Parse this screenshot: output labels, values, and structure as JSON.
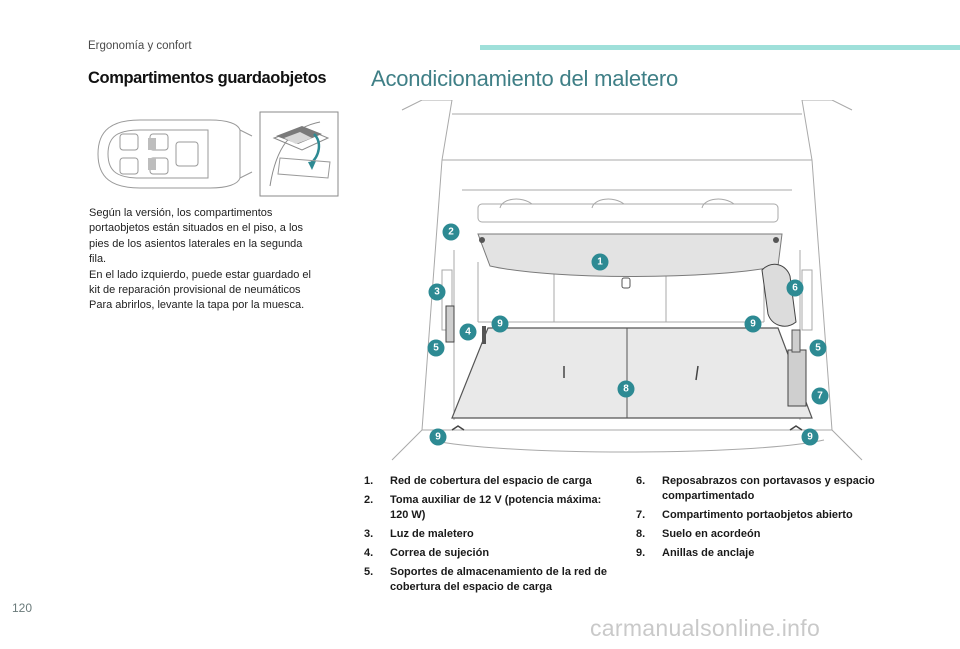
{
  "header": {
    "section": "Ergonomía y confort"
  },
  "left": {
    "title": "Compartimentos guardaobjetos",
    "paragraph_lines": [
      "Según la versión, los compartimentos",
      "portaobjetos están situados en el piso, a los",
      "pies de los asientos laterales en la segunda",
      "fila.",
      "En el lado izquierdo, puede estar guardado el",
      "kit de reparación provisional de neumáticos",
      "Para abrirlos, levante la tapa por la muesca."
    ]
  },
  "right": {
    "title": "Acondicionamiento del maletero",
    "callouts": [
      "1",
      "2",
      "3",
      "4",
      "5",
      "5",
      "6",
      "7",
      "8",
      "9",
      "9",
      "9",
      "9"
    ],
    "legend_left": [
      {
        "num": "1.",
        "text": "Red de cobertura del espacio de carga"
      },
      {
        "num": "2.",
        "text": "Toma auxiliar de 12 V (potencia máxima: 120 W)"
      },
      {
        "num": "3.",
        "text": "Luz de maletero"
      },
      {
        "num": "4.",
        "text": "Correa de sujeción"
      },
      {
        "num": "5.",
        "text": "Soportes de almacenamiento de la red de cobertura del espacio de carga"
      }
    ],
    "legend_right": [
      {
        "num": "6.",
        "text": "Reposabrazos con portavasos y espacio compartimentado"
      },
      {
        "num": "7.",
        "text": "Compartimento portaobjetos abierto"
      },
      {
        "num": "8.",
        "text": "Suelo en acordeón"
      },
      {
        "num": "9.",
        "text": "Anillas de anclaje"
      }
    ]
  },
  "footer": {
    "page_number": "120",
    "watermark": "carmanualsonline.info"
  },
  "colors": {
    "accent_bar": "#9fe0da",
    "title_teal": "#3f7f86",
    "callout_blue": "#2d8a93"
  }
}
